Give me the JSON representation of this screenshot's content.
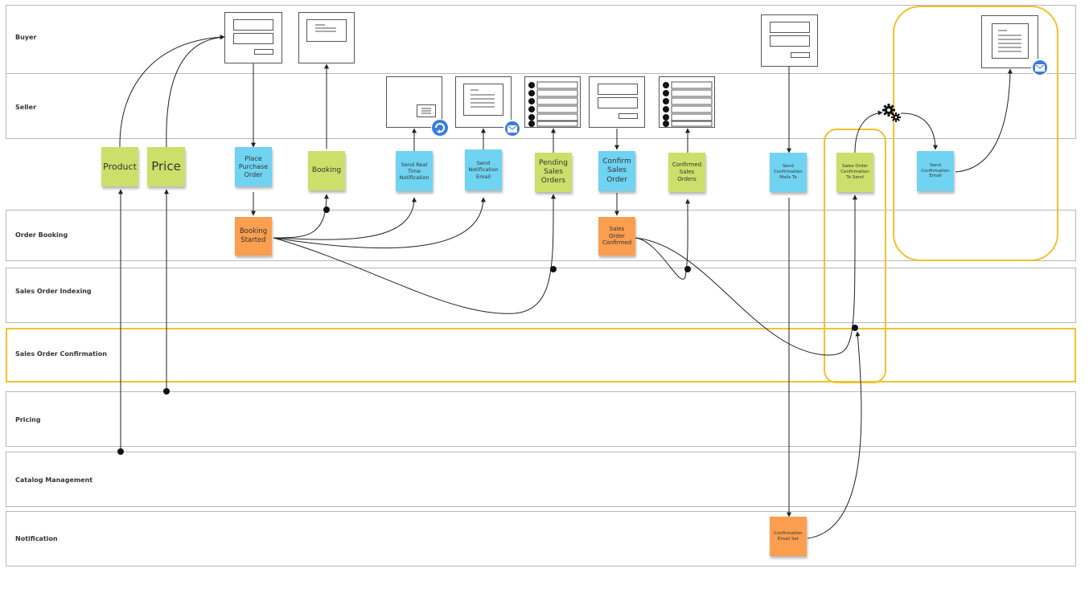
{
  "lanes": [
    {
      "label": "Buyer"
    },
    {
      "label": "Seller"
    },
    {
      "label": "Order Booking"
    },
    {
      "label": "Sales Order Indexing"
    },
    {
      "label": "Sales Order Confirmation"
    },
    {
      "label": "Pricing"
    },
    {
      "label": "Catalog Management"
    },
    {
      "label": "Notification"
    }
  ],
  "notes": {
    "product": "Product",
    "price": "Price",
    "place_purchase_order": "Place\nPurchase\nOrder",
    "booking": "Booking",
    "send_real_time_notification": "Send Real\nTime\nNotification",
    "send_notification_email": "Send\nNotification\nEmail",
    "pending_sales_orders": "Pending\nSales\nOrders",
    "confirm_sales_order": "Confirm\nSales\nOrder",
    "confirmed_sales_orders": "Confirmed\nSales\nOrders",
    "send_confirmation_mails_to": "Send\nConfirmation\nMails To",
    "sales_order_confirmation_to_send": "Sales Order\nConfirmation\nTo Send",
    "send_confirmation_email": "Send\nConfirmation\nEmail",
    "booking_started": "Booking\nStarted",
    "sales_order_confirmed": "Sales\nOrder\nConfirmed",
    "confirmation_email_sent": "Confirmation\nEmail Set"
  },
  "colors": {
    "read_model": "#cddf6b",
    "command": "#6fd3f1",
    "event": "#fb9e4f",
    "highlight": "#f2c12e",
    "badge": "#3b7ddd"
  },
  "icons": [
    "envelope-icon",
    "refresh-icon",
    "gears-icon",
    "form-wireframe",
    "document-wireframe",
    "list-wireframe"
  ]
}
